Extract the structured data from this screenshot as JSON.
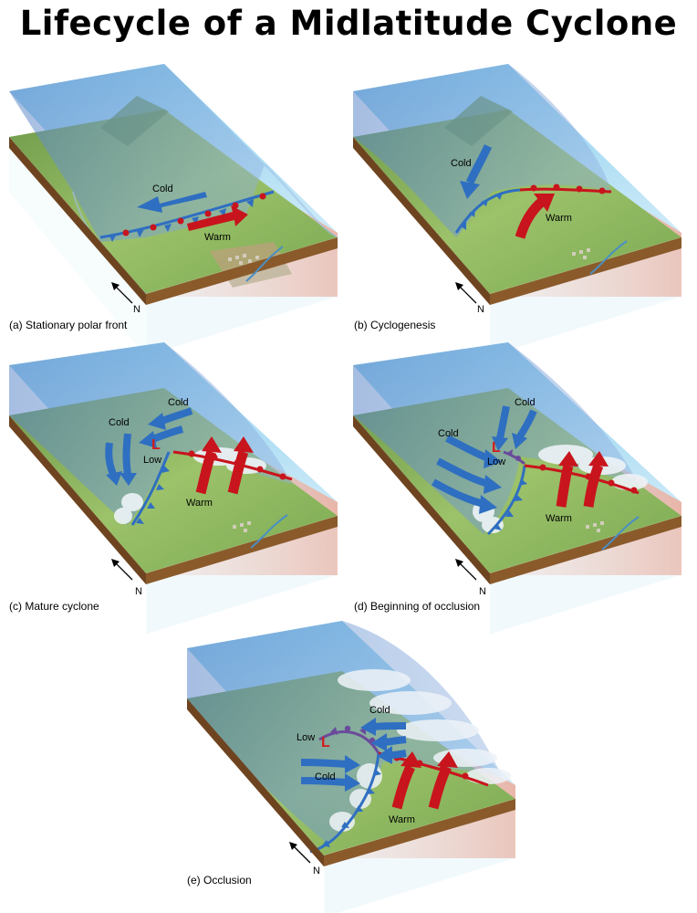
{
  "title": "Lifecycle of a Midlatitude Cyclone",
  "compass_letter": "N",
  "colors": {
    "cold": "#2f6fc1",
    "warm": "#c8141c",
    "occluded": "#6a4a9a",
    "sky": "#bfe3f5",
    "land": "#8ab85e",
    "soil": "#8a5a2b"
  },
  "panels": [
    {
      "id": "a",
      "caption": "(a) Stationary polar front",
      "labels": {
        "cold": "Cold",
        "warm": "Warm"
      }
    },
    {
      "id": "b",
      "caption": "(b) Cyclogenesis",
      "labels": {
        "cold": "Cold",
        "warm": "Warm"
      }
    },
    {
      "id": "c",
      "caption": "(c) Mature cyclone",
      "labels": {
        "cold_1": "Cold",
        "cold_2": "Cold",
        "low": "Low",
        "low_symbol": "L",
        "warm": "Warm"
      }
    },
    {
      "id": "d",
      "caption": "(d) Beginning of occlusion",
      "labels": {
        "cold_1": "Cold",
        "cold_2": "Cold",
        "low": "Low",
        "low_symbol": "L",
        "warm": "Warm"
      }
    },
    {
      "id": "e",
      "caption": "(e) Occlusion",
      "labels": {
        "cold_1": "Cold",
        "cold_2": "Cold",
        "low": "Low",
        "low_symbol": "L",
        "warm": "Warm"
      }
    }
  ]
}
